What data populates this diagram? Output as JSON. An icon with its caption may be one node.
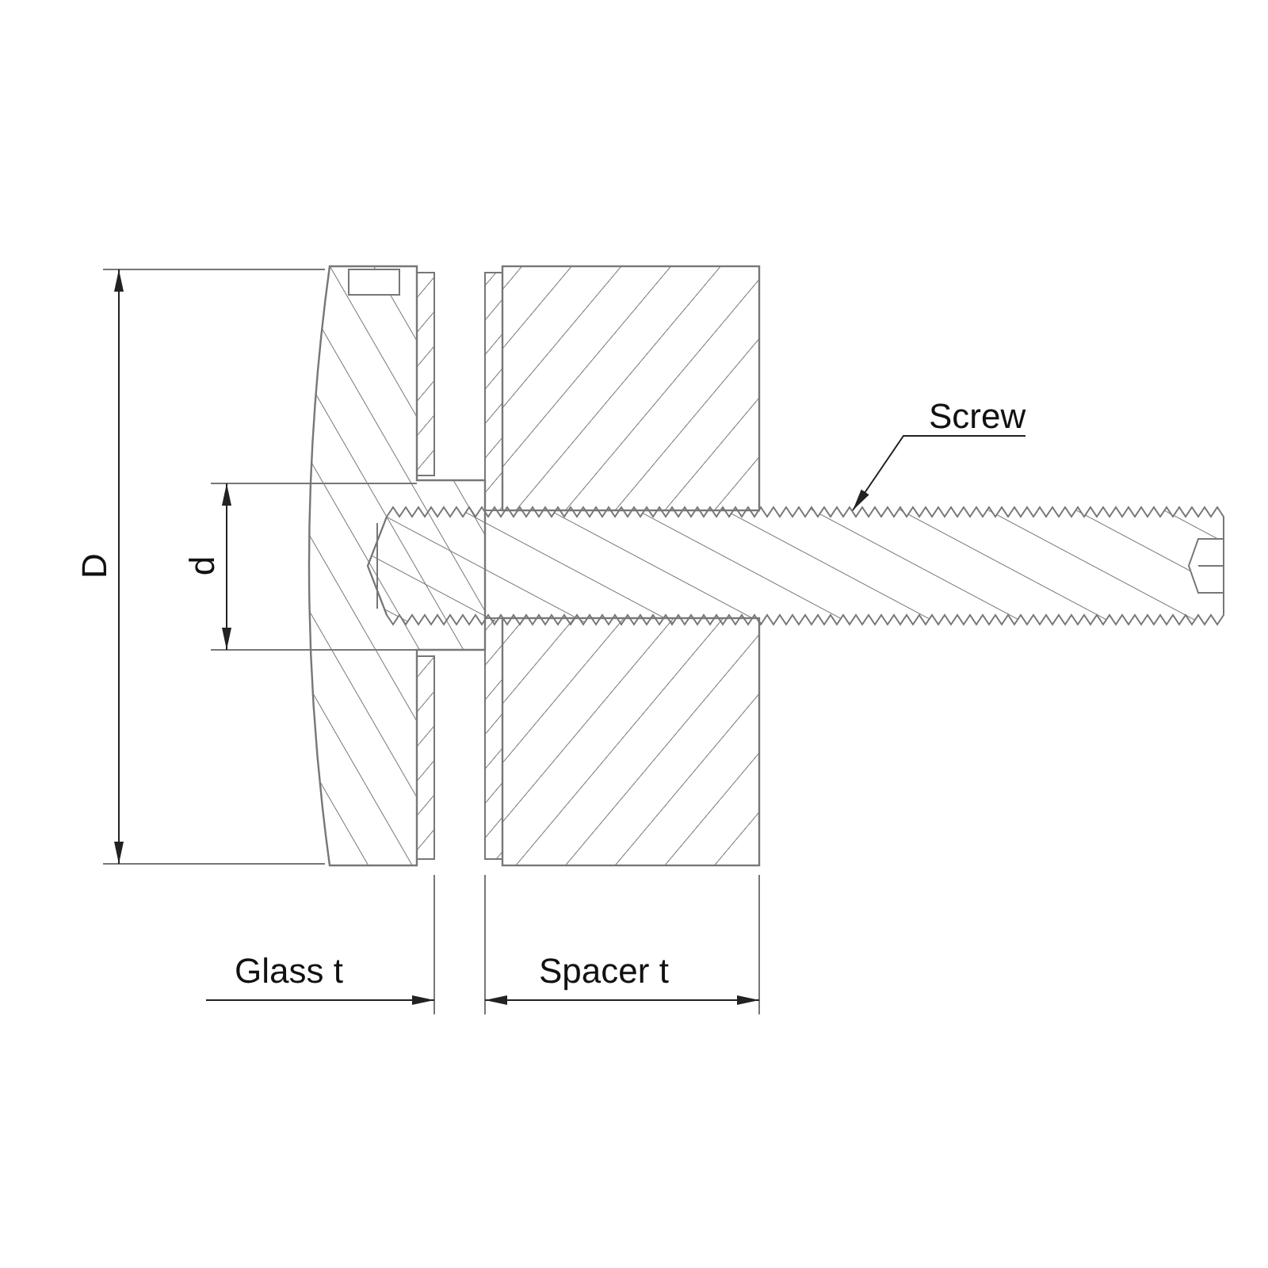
{
  "diagram": {
    "nodes": [
      {
        "text": [
          "Screw"
        ]
      },
      {
        "text": [],
        "shape": "picture"
      }
    ],
    "edges": [
      {
        "from": 0,
        "to": 1,
        "arrow": "to"
      }
    ],
    "labels": [
      "D",
      "d",
      "Glass t",
      "Spacer t"
    ]
  }
}
